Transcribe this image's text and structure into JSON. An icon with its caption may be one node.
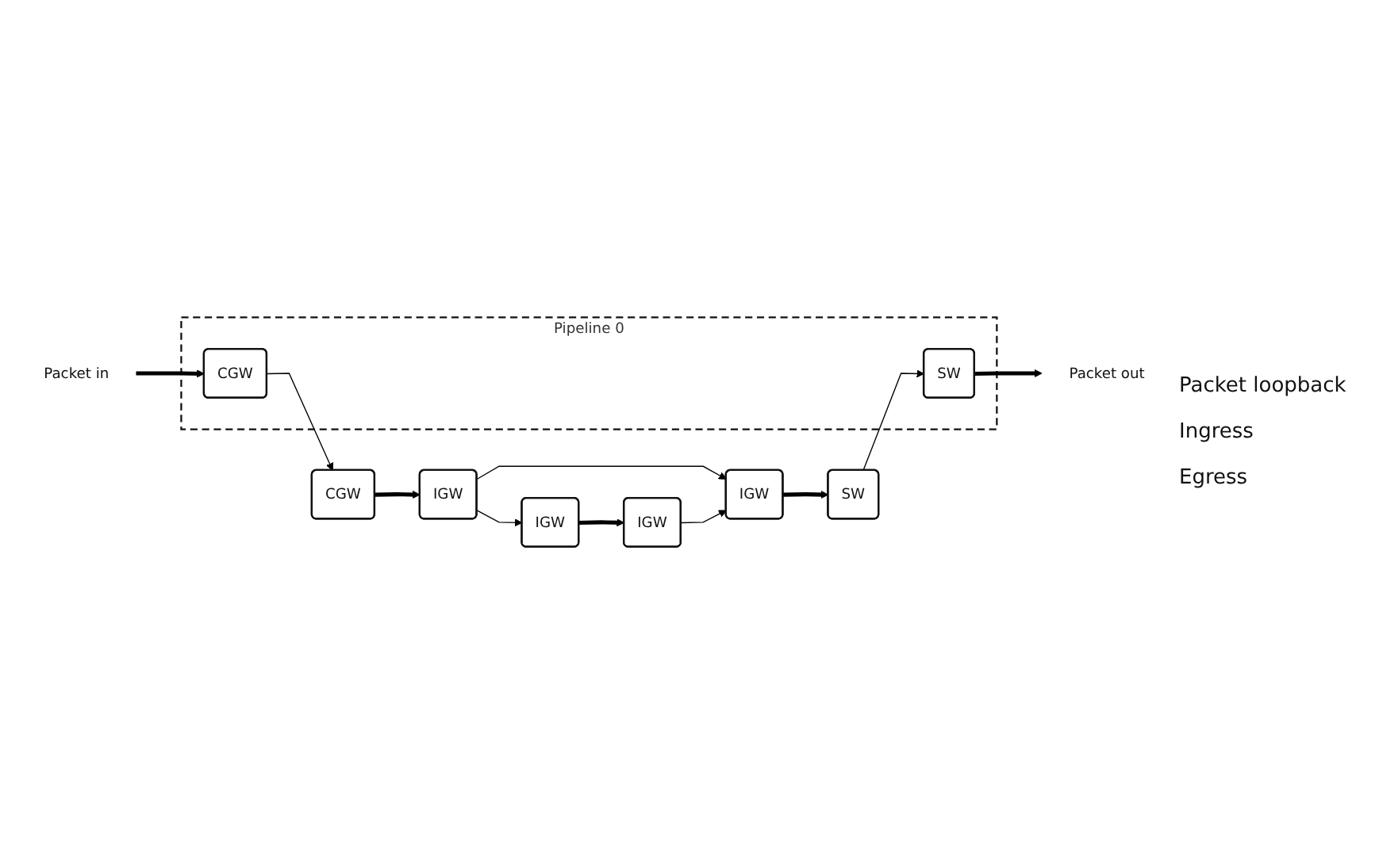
{
  "diagram": {
    "nodes": [
      {
        "text": [
          "Pipeline 0"
        ]
      },
      {
        "text": [
          "CGW"
        ],
        "in": 0
      },
      {
        "text": [
          "SW"
        ],
        "in": 0
      },
      {
        "text": [
          "Packet in"
        ]
      },
      {
        "text": [
          "Packet out"
        ]
      },
      {
        "text": [
          "IGW"
        ]
      },
      {
        "text": [
          "CGW"
        ]
      },
      {
        "text": [
          "IGW"
        ]
      },
      {
        "text": [
          "IGW"
        ]
      },
      {
        "text": [
          "SW"
        ]
      },
      {
        "text": [
          "IGW"
        ]
      }
    ],
    "edges": [
      {
        "from": 3,
        "to": 1,
        "arrow": "to",
        "style": "thick"
      },
      {
        "from": 2,
        "to": 4,
        "arrow": "to",
        "style": "thick"
      },
      {
        "from": 1,
        "to": 6,
        "arrow": "to"
      },
      {
        "from": 5,
        "to": 8,
        "arrow": "to"
      },
      {
        "from": 5,
        "to": 10,
        "arrow": "to"
      },
      {
        "from": 7,
        "to": 10,
        "arrow": "to"
      },
      {
        "from": 9,
        "to": 2,
        "arrow": "to"
      },
      {
        "from": 6,
        "to": 5,
        "arrow": "to",
        "style": "thick"
      },
      {
        "from": 8,
        "to": 7,
        "arrow": "to",
        "style": "thick"
      },
      {
        "from": 10,
        "to": 9,
        "arrow": "to",
        "style": "thick"
      }
    ],
    "labels": [
      "Packet loopback",
      "Ingress",
      "Egress"
    ]
  }
}
